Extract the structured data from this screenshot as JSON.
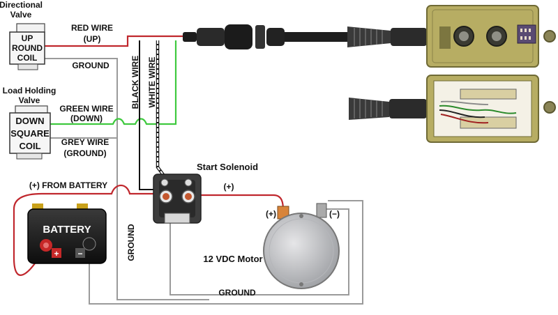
{
  "components": {
    "directional_valve": {
      "title_line1": "Directional",
      "title_line2": "Valve",
      "coil_line1": "UP",
      "coil_line2": "ROUND",
      "coil_line3": "COIL"
    },
    "load_holding_valve": {
      "title_line1": "Load Holding",
      "title_line2": "Valve",
      "coil_line1": "DOWN",
      "coil_line2": "SQUARE",
      "coil_line3": "COIL"
    },
    "start_solenoid": {
      "title": "Start Solenoid"
    },
    "battery": {
      "label": "BATTERY",
      "positive_sign": "+",
      "negative_sign": "−"
    },
    "motor": {
      "label": "12 VDC Motor",
      "positive_terminal": "(+)",
      "negative_terminal": "(−)"
    }
  },
  "wires": {
    "red_wire_line1": "RED WIRE",
    "red_wire_line2": "(UP)",
    "ground_top": "GROUND",
    "green_wire_line1": "GREEN WIRE",
    "green_wire_line2": "(DOWN)",
    "grey_wire_line1": "GREY WIRE",
    "grey_wire_line2": "(GROUND)",
    "black_wire": "BLACK WIRE",
    "white_wire": "WHITE WIRE",
    "from_battery": "(+) FROM BATTERY",
    "solenoid_to_motor": "(+)",
    "ground_vertical": "GROUND",
    "ground_bottom": "GROUND"
  },
  "colors": {
    "red_wire": "#c0272d",
    "green_wire": "#3ec93e",
    "grey_wire": "#9a9a9a",
    "black_wire": "#111111",
    "pendant_body": "#b7ad63",
    "pendant_edge": "#6f6a35"
  },
  "icons": [
    "pendant-switch-icon",
    "battery-icon",
    "motor-icon",
    "solenoid-icon",
    "valve-coil-icon"
  ]
}
